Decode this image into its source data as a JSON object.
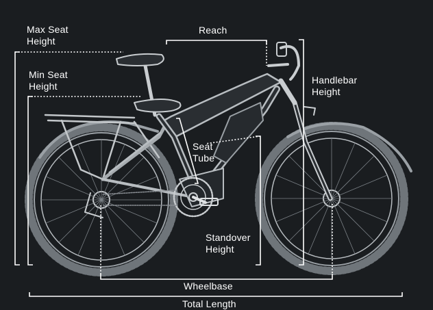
{
  "labels": {
    "max_seat_height": "Max Seat\nHeight",
    "min_seat_height": "Min Seat\nHeight",
    "reach": "Reach",
    "handlebar_height": "Handlebar\nHeight",
    "seat_tube": "Seat\nTube",
    "standover_height": "Standover\nHeight",
    "wheelbase": "Wheelbase",
    "total_length": "Total Length"
  },
  "colors": {
    "background": "#1a1d20",
    "line": "#ffffff",
    "bike": "#8a8f94"
  }
}
